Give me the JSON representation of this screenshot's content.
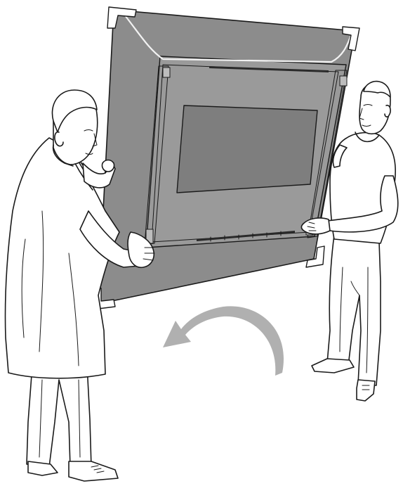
{
  "illustration": {
    "panel_fill": "#8c8c8c",
    "frame_fill": "#9a9a9a",
    "screen_fill": "#7e7e7e",
    "arrow_fill": "#b0b0b0",
    "protector_fill": "#ffffff",
    "line_color": "#1a1a1a",
    "rotation_direction": "counter-clockwise",
    "figures": [
      "person-left",
      "person-right"
    ],
    "corner_protector_count": 4
  }
}
